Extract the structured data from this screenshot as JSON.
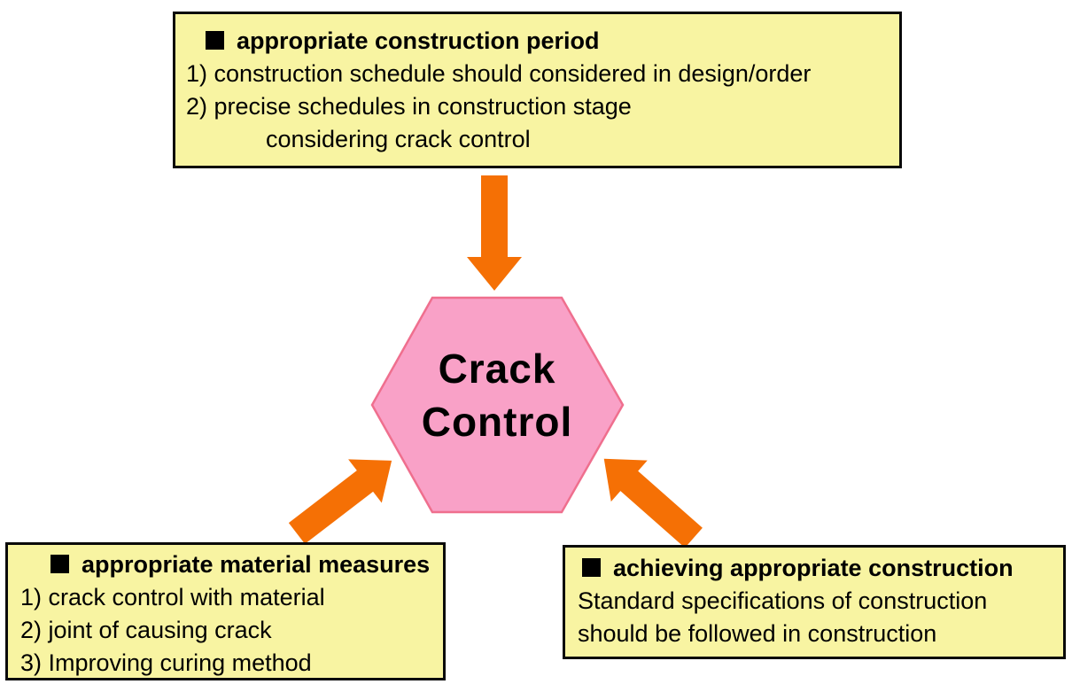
{
  "diagram": {
    "hexagon": {
      "label_line1": "Crack",
      "label_line2": "Control"
    },
    "boxes": {
      "construction_period": {
        "title": "appropriate construction period",
        "lines": [
          "1) construction schedule should considered in design/order",
          "2) precise schedules in construction stage",
          "considering crack control"
        ]
      },
      "material_measures": {
        "title": "appropriate material measures",
        "lines": [
          "1) crack control with material",
          "2) joint of causing crack",
          "3) Improving curing method"
        ]
      },
      "appropriate_construction": {
        "title": "achieving appropriate construction",
        "lines": [
          "Standard specifications of construction",
          "should be followed in construction"
        ]
      }
    },
    "icons": {
      "bullet": "black-square",
      "arrow_top": "down-arrow",
      "arrow_bottom_left": "up-right-arrow",
      "arrow_bottom_right": "up-left-arrow"
    },
    "colors": {
      "background": "#ffffff",
      "box_fill": "#f8f4a2",
      "box_border": "#0a0a0a",
      "hexagon_fill": "#f9a1c7",
      "hexagon_border": "#ef6f8e",
      "arrow": "#f57005",
      "text": "#000000"
    }
  }
}
